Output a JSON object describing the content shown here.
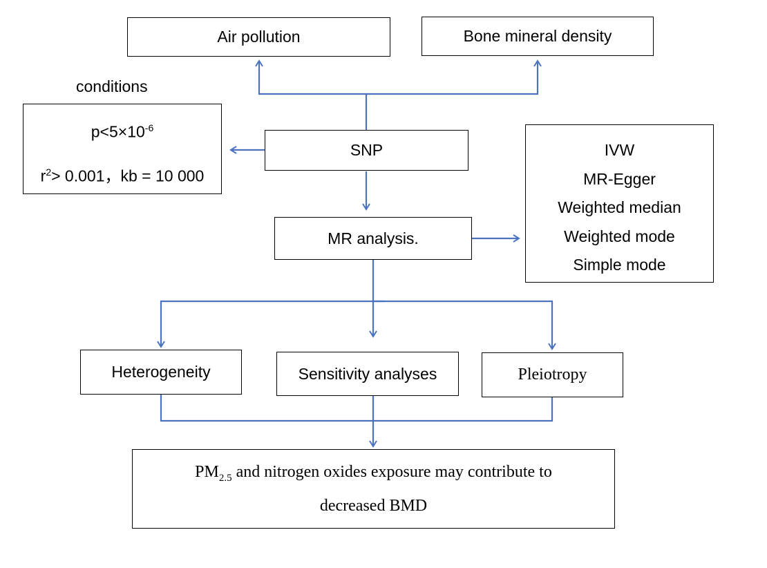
{
  "nodes": {
    "air_pollution": "Air pollution",
    "bmd": "Bone mineral density",
    "conditions_label": "conditions",
    "conditions": {
      "p_prefix": "p<5×10",
      "p_exp": "-6",
      "r_prefix": "r",
      "r_exp": "2",
      "r_suffix": "> 0.001，kb = 10 000"
    },
    "snp": "SNP",
    "mr_analysis": "MR analysis.",
    "methods": [
      "IVW",
      "MR-Egger",
      "Weighted median",
      "Weighted mode",
      "Simple mode"
    ],
    "heterogeneity": "Heterogeneity",
    "sensitivity": "Sensitivity analyses",
    "pleiotropy": "Pleiotropy",
    "conclusion": {
      "pm": "PM",
      "pm_sub": "2.5",
      "line1_rest": " and nitrogen oxides exposure may contribute to",
      "line2": "decreased BMD"
    }
  },
  "colors": {
    "arrow": "#4a72c0",
    "box_border": "#000000"
  }
}
